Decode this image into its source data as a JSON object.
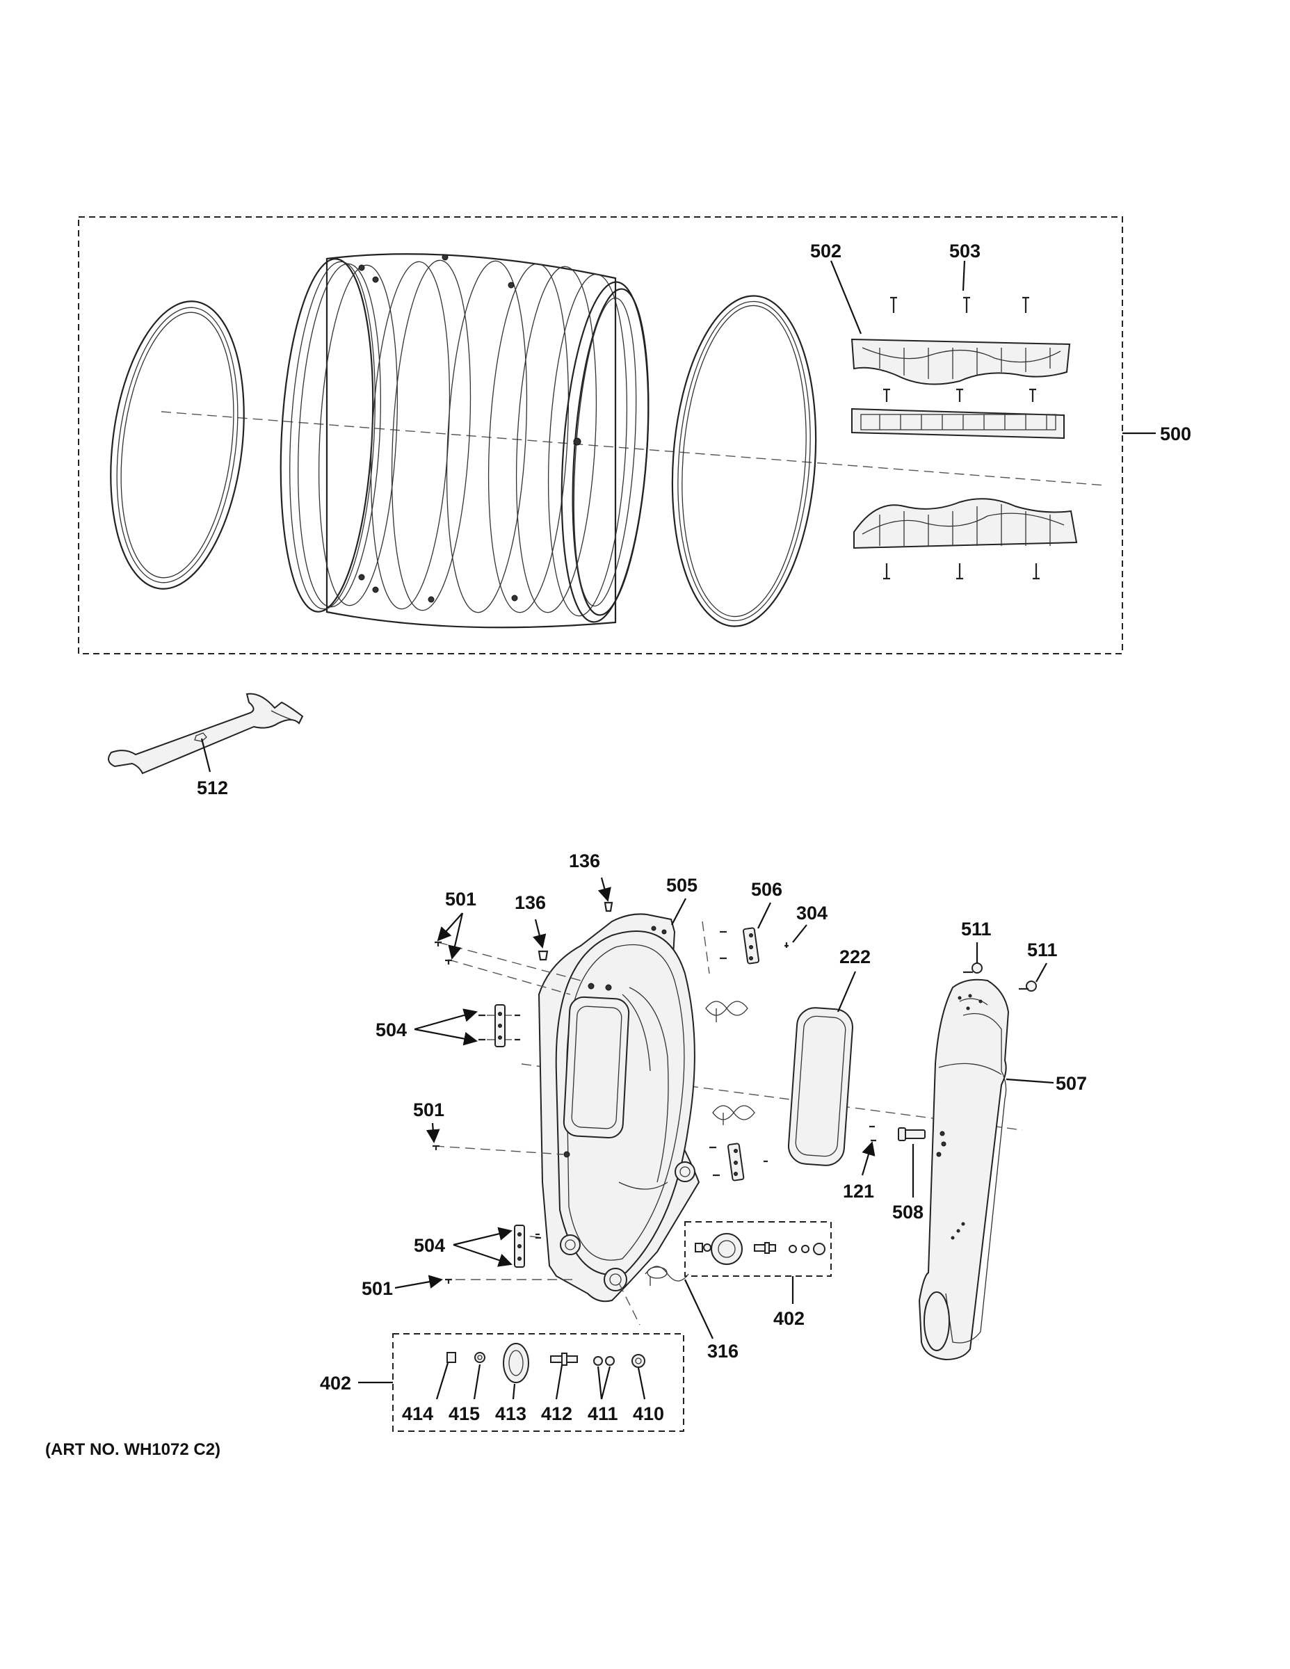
{
  "art_number": "(ART NO. WH1072 C2)",
  "labels": {
    "l500": "500",
    "l502": "502",
    "l503": "503",
    "l512": "512",
    "l136a": "136",
    "l136b": "136",
    "l505": "505",
    "l506": "506",
    "l304": "304",
    "l501a": "501",
    "l222": "222",
    "l511a": "511",
    "l511b": "511",
    "l504a": "504",
    "l507": "507",
    "l501b": "501",
    "l121": "121",
    "l508": "508",
    "l504b": "504",
    "l501c": "501",
    "l402a": "402",
    "l316": "316",
    "l402b": "402",
    "l414": "414",
    "l415": "415",
    "l413": "413",
    "l412": "412",
    "l411": "411",
    "l410": "410"
  }
}
